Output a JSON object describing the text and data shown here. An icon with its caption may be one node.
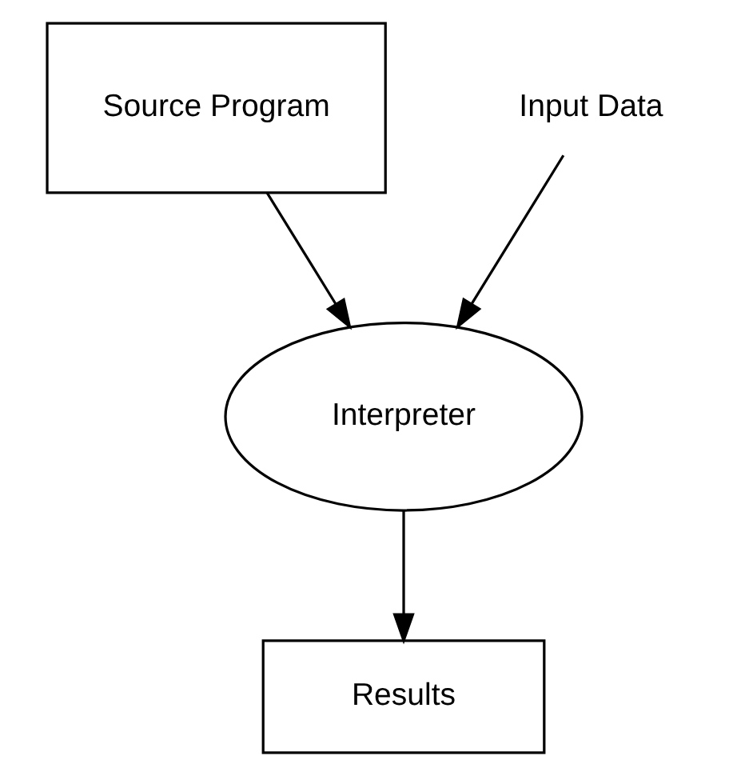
{
  "diagram": {
    "nodes": [
      {
        "text": [
          "Source Program"
        ]
      },
      {
        "text": [
          "Interpreter"
        ]
      },
      {
        "text": [
          "Results"
        ]
      },
      {
        "text": [
          "Input Data"
        ]
      }
    ],
    "edges": [
      {
        "from": 0,
        "to": 1,
        "arrow": "to"
      },
      {
        "from": 3,
        "to": 1,
        "arrow": "to"
      },
      {
        "from": 1,
        "to": 2,
        "arrow": "to"
      }
    ]
  }
}
